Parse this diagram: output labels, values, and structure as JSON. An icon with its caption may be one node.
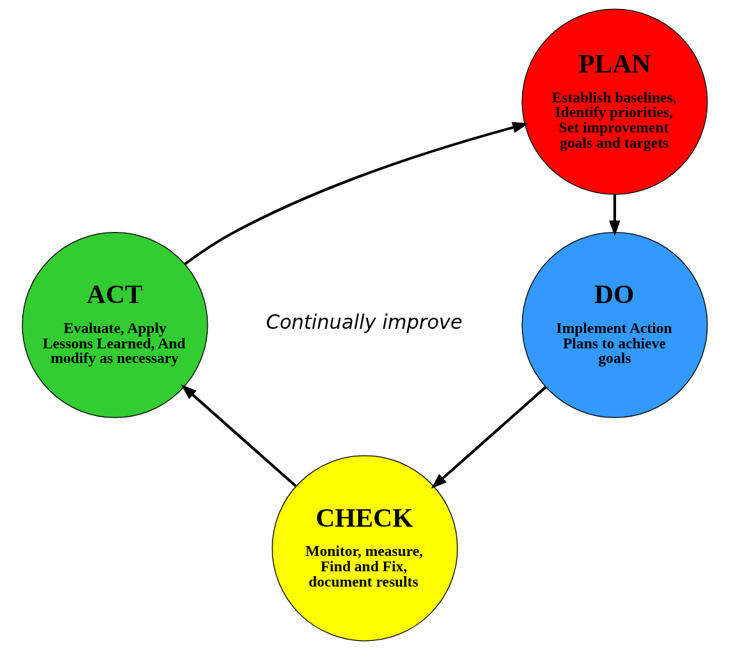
{
  "diagram": {
    "nodes": [
      {
        "text": [
          "PLAN",
          "Establish baselines, Identify priorities, Set improvement goals and targets"
        ]
      },
      {
        "text": [
          "DO",
          "Implement Action Plans to achieve goals"
        ]
      },
      {
        "text": [
          "CHECK",
          "Monitor, measure, Find and Fix, document results"
        ]
      },
      {
        "text": [
          "ACT",
          "Evaluate, Apply Lessons Learned, And modify as necessary"
        ]
      }
    ],
    "edges": [
      {
        "from": 0,
        "to": 1,
        "arrow": "to"
      },
      {
        "from": 1,
        "to": 2,
        "arrow": "to"
      },
      {
        "from": 2,
        "to": 3,
        "arrow": "to"
      },
      {
        "from": 3,
        "to": 0,
        "arrow": "to"
      }
    ],
    "labels": [
      "Continually improve"
    ]
  }
}
